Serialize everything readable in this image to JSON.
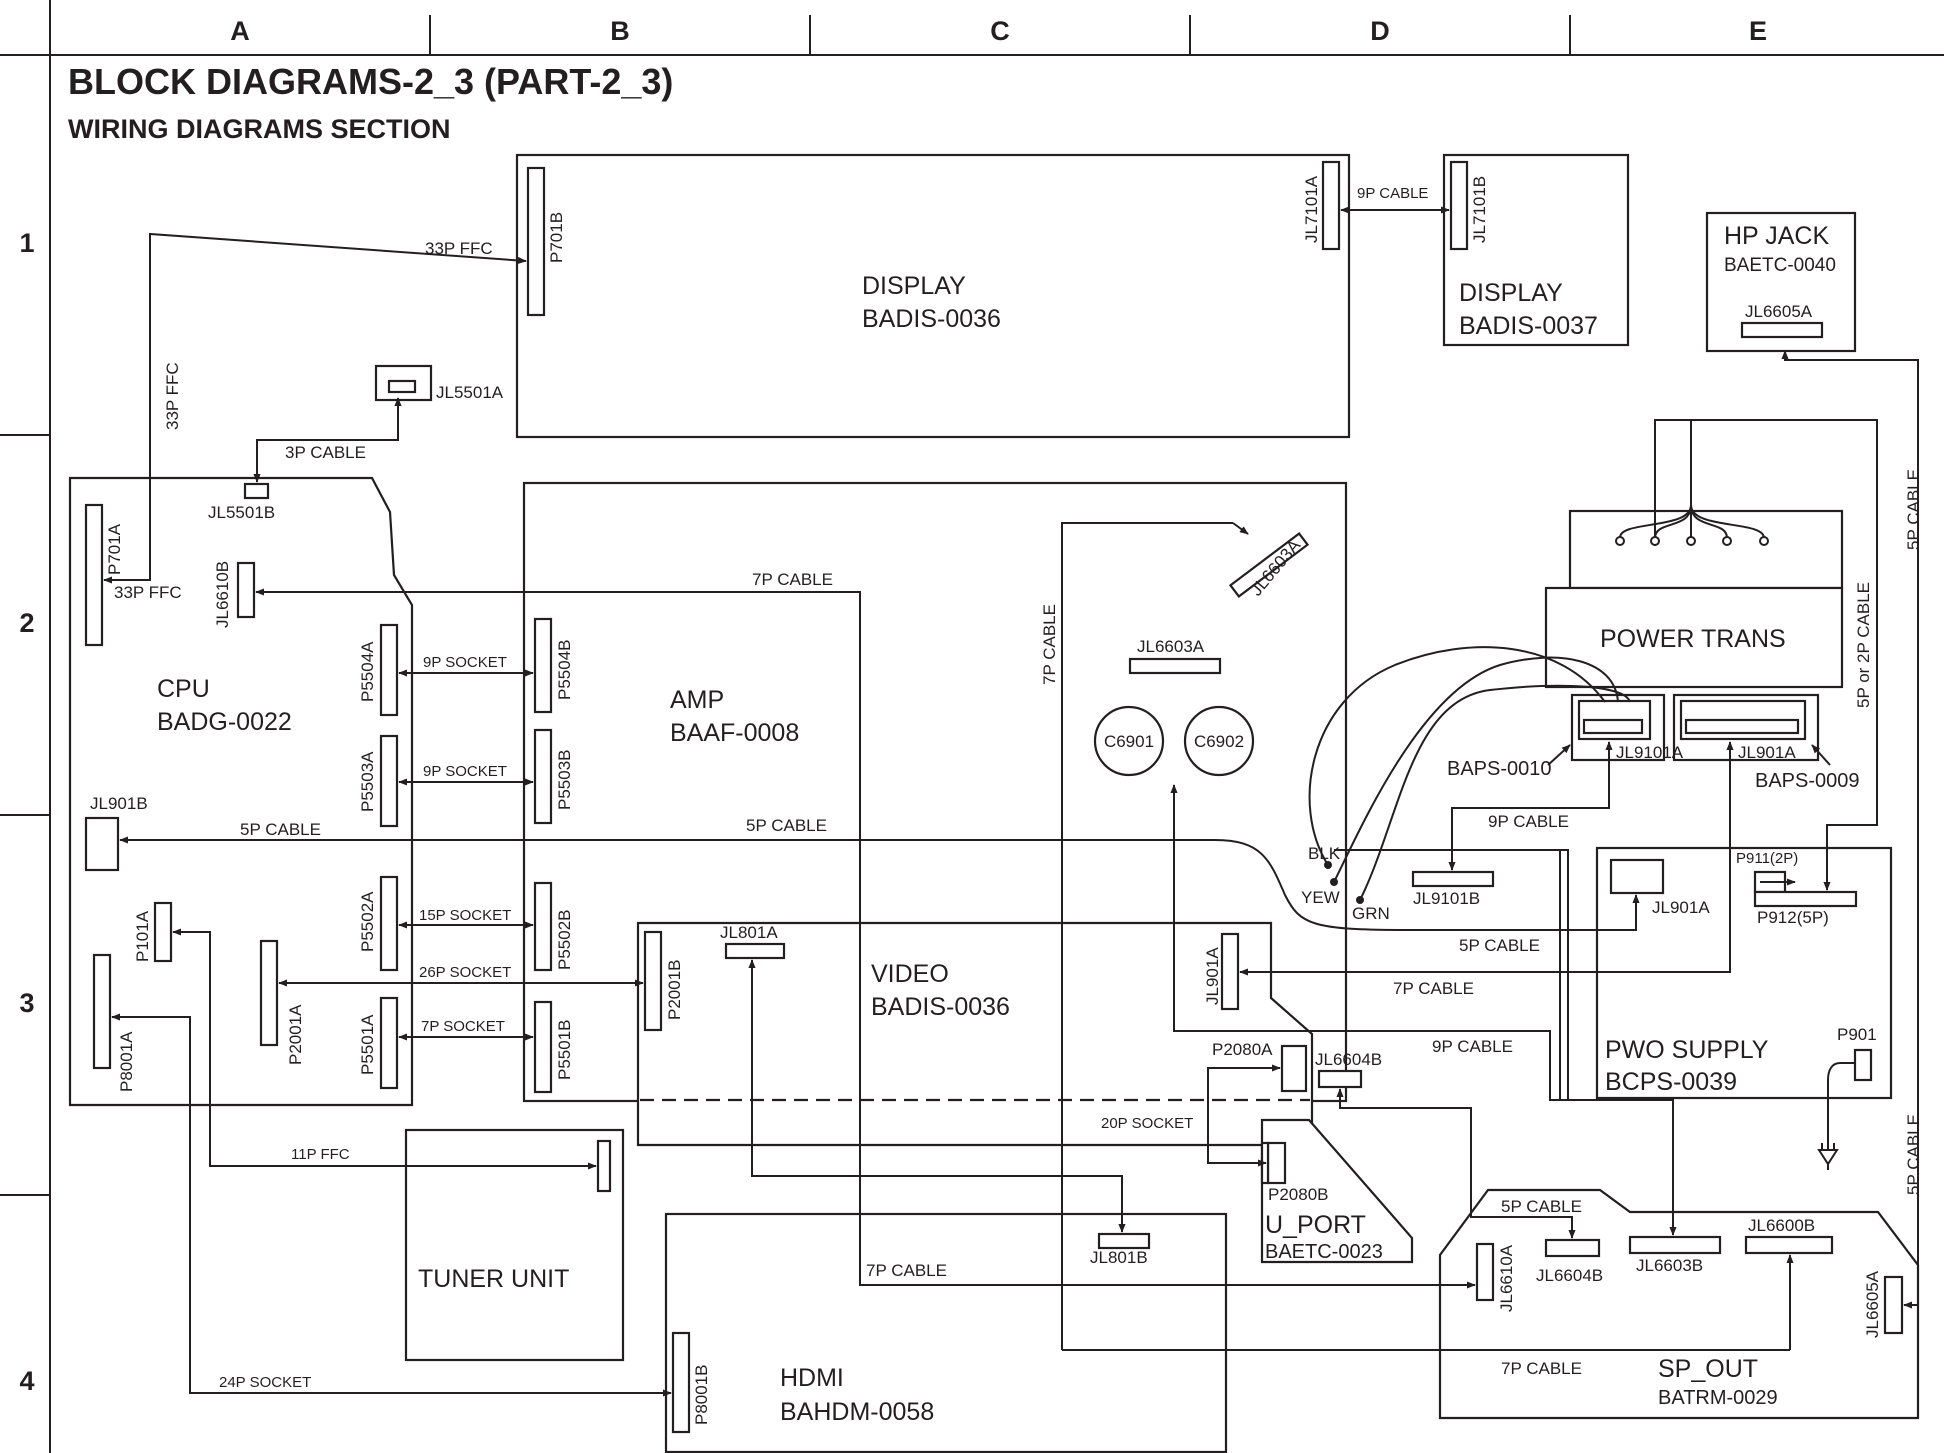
{
  "header": {
    "title": "BLOCK DIAGRAMS-2_3 (PART-2_3)",
    "subtitle": "WIRING DIAGRAMS SECTION"
  },
  "grid": {
    "columns": [
      "A",
      "B",
      "C",
      "D",
      "E"
    ],
    "rows": [
      "1",
      "2",
      "3",
      "4"
    ]
  },
  "blocks": {
    "display_0036": {
      "name": "DISPLAY",
      "code": "BADIS-0036"
    },
    "display_0037": {
      "name": "DISPLAY",
      "code": "BADIS-0037"
    },
    "hp_jack": {
      "name": "HP JACK",
      "code": "BAETC-0040"
    },
    "cpu": {
      "name": "CPU",
      "code": "BADG-0022"
    },
    "amp": {
      "name": "AMP",
      "code": "BAAF-0008"
    },
    "video": {
      "name": "VIDEO",
      "code": "BADIS-0036"
    },
    "power_trans": {
      "name": "POWER TRANS"
    },
    "pwo_supply": {
      "name": "PWO SUPPLY",
      "code": "BCPS-0039"
    },
    "tuner": {
      "name": "TUNER UNIT"
    },
    "hdmi": {
      "name": "HDMI",
      "code": "BAHDM-0058"
    },
    "u_port": {
      "name": "U_PORT",
      "code": "BAETC-0023"
    },
    "sp_out": {
      "name": "SP_OUT",
      "code": "BATRM-0029"
    },
    "baps_0010": {
      "code": "BAPS-0010"
    },
    "baps_0009": {
      "code": "BAPS-0009"
    }
  },
  "connectors": {
    "p701b": "P701B",
    "jl7101a": "JL7101A",
    "jl7101b": "JL7101B",
    "jl5501a": "JL5501A",
    "jl5501b": "JL5501B",
    "jl6605a_hp": "JL6605A",
    "p701a": "P701A",
    "jl6610b": "JL6610B",
    "p5504a": "P5504A",
    "p5504b": "P5504B",
    "p5503a": "P5503A",
    "p5503b": "P5503B",
    "p5502a": "P5502A",
    "p5502b": "P5502B",
    "p5501a": "P5501A",
    "p5501b": "P5501B",
    "jl901b": "JL901B",
    "p101a": "P101A",
    "p8001a": "P8001A",
    "p2001a": "P2001A",
    "p2001b": "P2001B",
    "jl801a": "JL801A",
    "jl6603a_diag": "JL6603A",
    "jl6603a": "JL6603A",
    "c6901": "C6901",
    "c6902": "C6902",
    "jl9101a": "JL9101A",
    "jl901a_power": "JL901A",
    "jl9101b": "JL9101B",
    "jl901a_pwo": "JL901A",
    "jl901a_video": "JL901A",
    "p911": "P911(2P)",
    "p912": "P912(5P)",
    "p901": "P901",
    "p2080a": "P2080A",
    "jl6604b_main": "JL6604B",
    "p2080b": "P2080B",
    "jl801b": "JL801B",
    "p8001b": "P8001B",
    "jl6610a": "JL6610A",
    "jl6604b_sp": "JL6604B",
    "jl6603b": "JL6603B",
    "jl6600b": "JL6600B",
    "jl6605a_sp": "JL6605A"
  },
  "wires": {
    "blk": "BLK",
    "yew": "YEW",
    "grn": "GRN"
  },
  "cables": {
    "c9p_top": "9P CABLE",
    "c33p_ffc_h": "33P FFC",
    "c33p_ffc_v": "33P FFC",
    "c33p_ffc_cpu": "33P FFC",
    "c3p": "3P CABLE",
    "c7p_cpu": "7P CABLE",
    "c7p_vert": "7P CABLE",
    "c9p_sock_1": "9P SOCKET",
    "c9p_sock_2": "9P SOCKET",
    "c5p_left": "5P CABLE",
    "c5p_mid": "5P CABLE",
    "c15p_sock": "15P SOCKET",
    "c26p_sock": "26P SOCKET",
    "c7p_sock": "7P SOCKET",
    "c11p_ffc": "11P FFC",
    "c24p_sock": "24P SOCKET",
    "c20p_sock": "20P SOCKET",
    "c7p_hdmi": "7P CABLE",
    "c9p_power": "9P CABLE",
    "c5p_pwo": "5P CABLE",
    "c7p_jl901": "7P CABLE",
    "c9p_sp": "9P CABLE",
    "c5p_sp": "5P CABLE",
    "c7p_sp": "7P CABLE",
    "c5p_right_top": "5P CABLE",
    "c5p_or_2p": "5P or 2P CABLE",
    "c5p_right_bottom": "5P CABLE"
  },
  "icons": {
    "plug": "power-plug-icon"
  }
}
